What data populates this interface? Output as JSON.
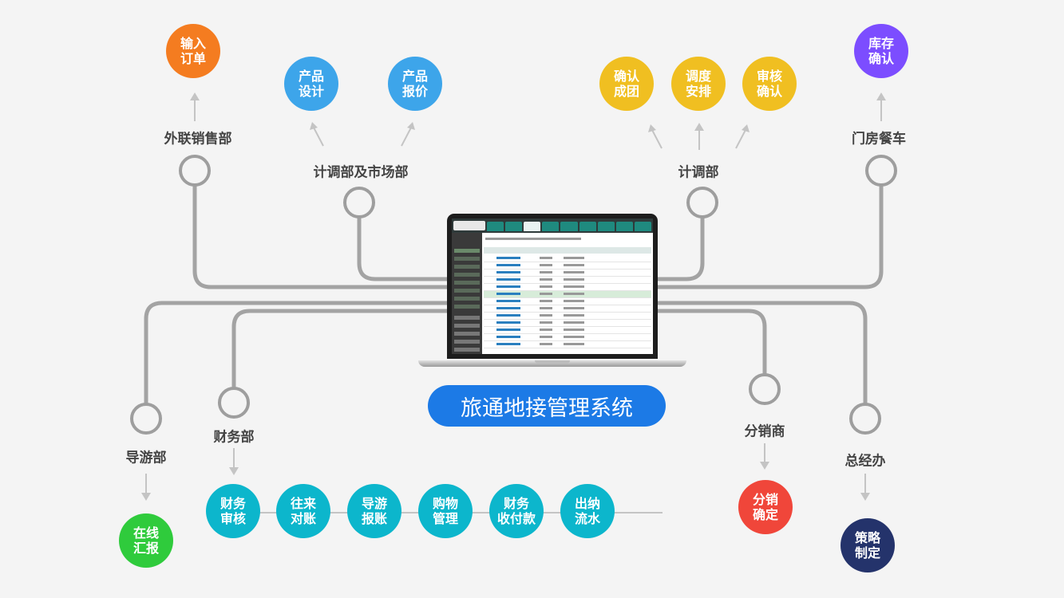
{
  "title": "旅通地接管理系统",
  "departments": [
    {
      "id": "wailian",
      "label": "外联销售部"
    },
    {
      "id": "jidiao_shichang",
      "label": "计调部及市场部"
    },
    {
      "id": "jidiao",
      "label": "计调部"
    },
    {
      "id": "menfang",
      "label": "门房餐车"
    },
    {
      "id": "daoyou",
      "label": "导游部"
    },
    {
      "id": "caiwu",
      "label": "财务部"
    },
    {
      "id": "fenxiao",
      "label": "分销商"
    },
    {
      "id": "zongjing",
      "label": "总经办"
    }
  ],
  "tasks": [
    {
      "id": "input_order",
      "label": "输入\n订单",
      "color": "#f47c20"
    },
    {
      "id": "product_design",
      "label": "产品\n设计",
      "color": "#3da5ea"
    },
    {
      "id": "product_quote",
      "label": "产品\n报价",
      "color": "#3da5ea"
    },
    {
      "id": "confirm_group",
      "label": "确认\n成团",
      "color": "#f0bf21"
    },
    {
      "id": "schedule",
      "label": "调度\n安排",
      "color": "#f0bf21"
    },
    {
      "id": "review_confirm",
      "label": "审核\n确认",
      "color": "#f0bf21"
    },
    {
      "id": "stock_confirm",
      "label": "库存\n确认",
      "color": "#7c4dff"
    },
    {
      "id": "online_report",
      "label": "在线\n汇报",
      "color": "#2fcb3c"
    },
    {
      "id": "fin_review",
      "label": "财务\n审核",
      "color": "#0cb6cc"
    },
    {
      "id": "reconcile",
      "label": "往来\n对账",
      "color": "#0cb6cc"
    },
    {
      "id": "guide_claim",
      "label": "导游\n报账",
      "color": "#0cb6cc"
    },
    {
      "id": "shopping",
      "label": "购物\n管理",
      "color": "#0cb6cc"
    },
    {
      "id": "fin_payment",
      "label": "财务\n收付款",
      "color": "#0cb6cc"
    },
    {
      "id": "cashier",
      "label": "出纳\n流水",
      "color": "#0cb6cc"
    },
    {
      "id": "dist_confirm",
      "label": "分销\n确定",
      "color": "#f0463a"
    },
    {
      "id": "strategy",
      "label": "策略\n制定",
      "color": "#24336b"
    }
  ]
}
